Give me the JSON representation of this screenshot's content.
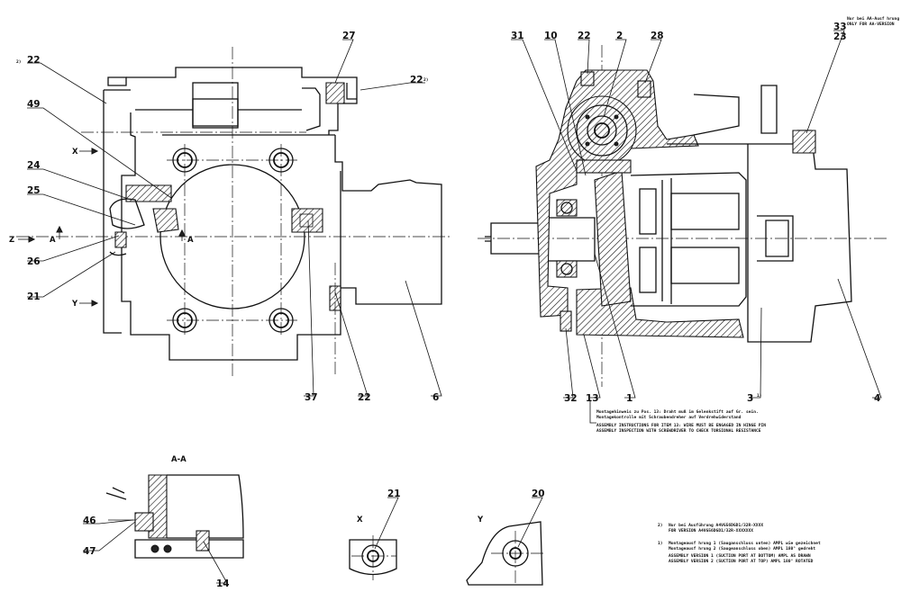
{
  "parts": {
    "p1": "1",
    "p2": "2",
    "p3": "3",
    "p3_note": "1)",
    "p4": "4",
    "p6": "6",
    "p10": "10",
    "p13": "13",
    "p14": "14",
    "p20": "20",
    "p21": "21",
    "p22": "22",
    "p22_note": "2)",
    "p23": "23",
    "p24": "24",
    "p25": "25",
    "p26": "26",
    "p27": "27",
    "p28": "28",
    "p31": "31",
    "p32": "32",
    "p33": "33",
    "p37": "37",
    "p46": "46",
    "p47": "47",
    "p49": "49"
  },
  "views": {
    "section_aa": "A-A",
    "view_x": "X",
    "view_y": "Y",
    "arrow_x": "X",
    "arrow_y": "Y",
    "arrow_z": "Z",
    "cut_a": "A"
  },
  "notes": {
    "aa_only_de": "Nur bei AA-Ausf hrung",
    "aa_only_en": "ONLY FOR AA-VERSION",
    "item13_de_1": "Montagehinweis zu Pos. 13: Draht muß im Gelenkstift auf Gr. sein.",
    "item13_de_2": "Montagekontrolle mit Schraubendreher auf Verdrehwiderstand",
    "item13_en_1": "ASSEMBLY INSTRUCTIONS FOR ITEM 13: WIRE MUST BE ENGAGED IN HINGE PIN",
    "item13_en_2": "ASSEMBLY INSPECTION WITH SCREWDRIVER TO CHECK TORSIONAL RESISTANCE",
    "fn2_marker": "2)",
    "fn2_de": "Nur bei Ausführung A4VG56DGD1/32R-XXXX",
    "fn2_en": "FOR VERSION A4VG56DGD1/32R-XXXXXXX",
    "fn1_marker": "1)",
    "fn1_de_1": "Montageausf hrung 1 (Sauganschluss unten) AMPL wie gezeichnet",
    "fn1_de_2": "Montageausf hrung 2 (Saugeanschluss oben) AMPL 180° gedreht",
    "fn1_en_1": "ASSEMBLY VERSION 1 (SUCTION PORT AT BOTTOM) AMPL AS DRAWN",
    "fn1_en_2": "ASSEMBLY VERSION 2 (SUCTION PORT AT TOP) AMPL 180° ROTATED"
  }
}
